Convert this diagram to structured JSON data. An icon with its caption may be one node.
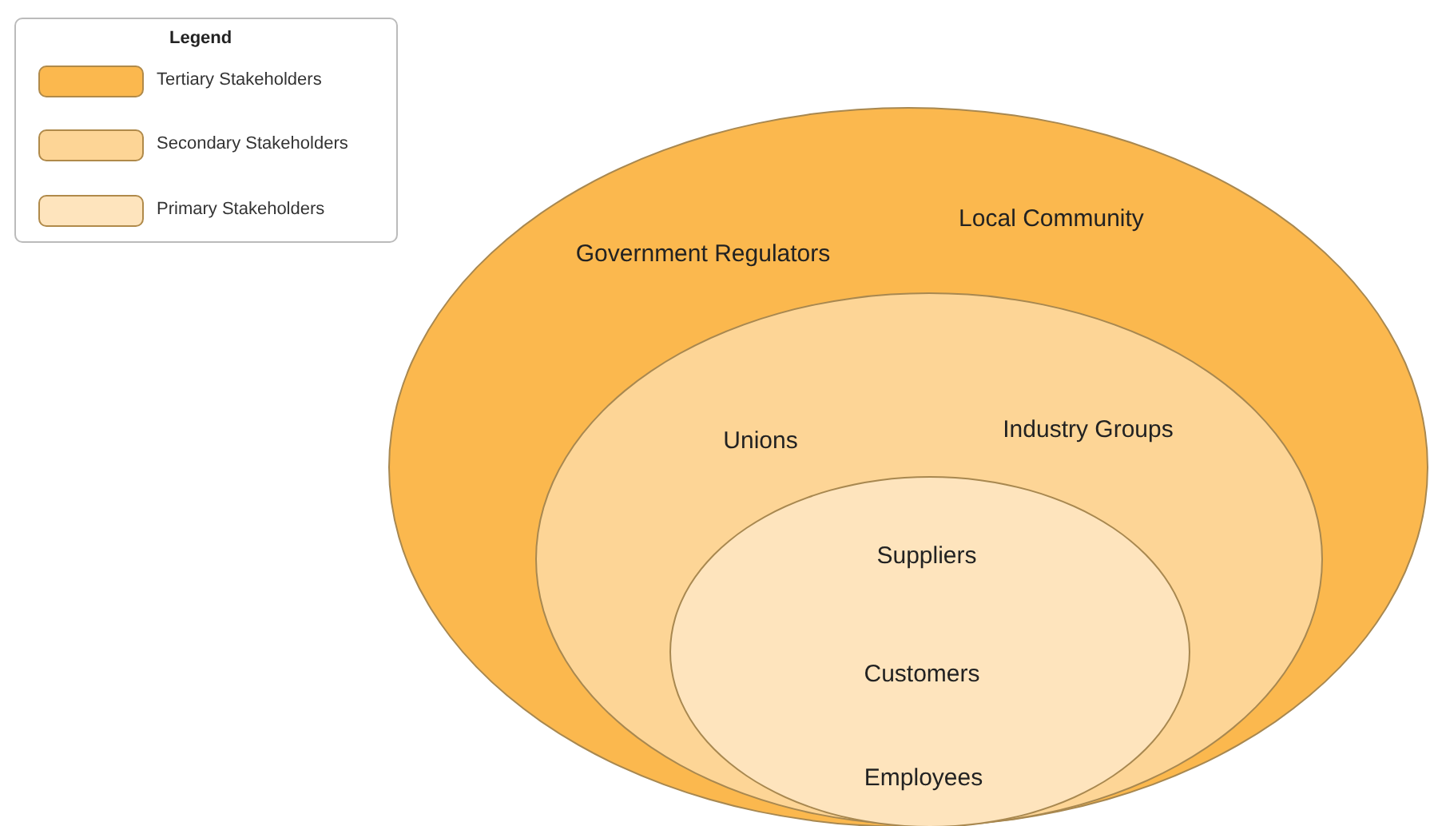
{
  "diagram": {
    "nodes": [
      {
        "text": [
          "Government Regulators",
          "Local Community"
        ]
      },
      {
        "text": [
          "Unions",
          "Industry Groups"
        ],
        "in": 0
      },
      {
        "text": [
          "Suppliers",
          "Customers",
          "Employees"
        ],
        "in": 1
      }
    ],
    "labels": [
      "Legend"
    ],
    "legend": [
      {
        "text": "Tertiary Stakeholders",
        "color": "#fbb84e"
      },
      {
        "text": "Secondary Stakeholders",
        "color": "#fdd596"
      },
      {
        "text": "Primary Stakeholders",
        "color": "#fee4bd"
      }
    ]
  }
}
